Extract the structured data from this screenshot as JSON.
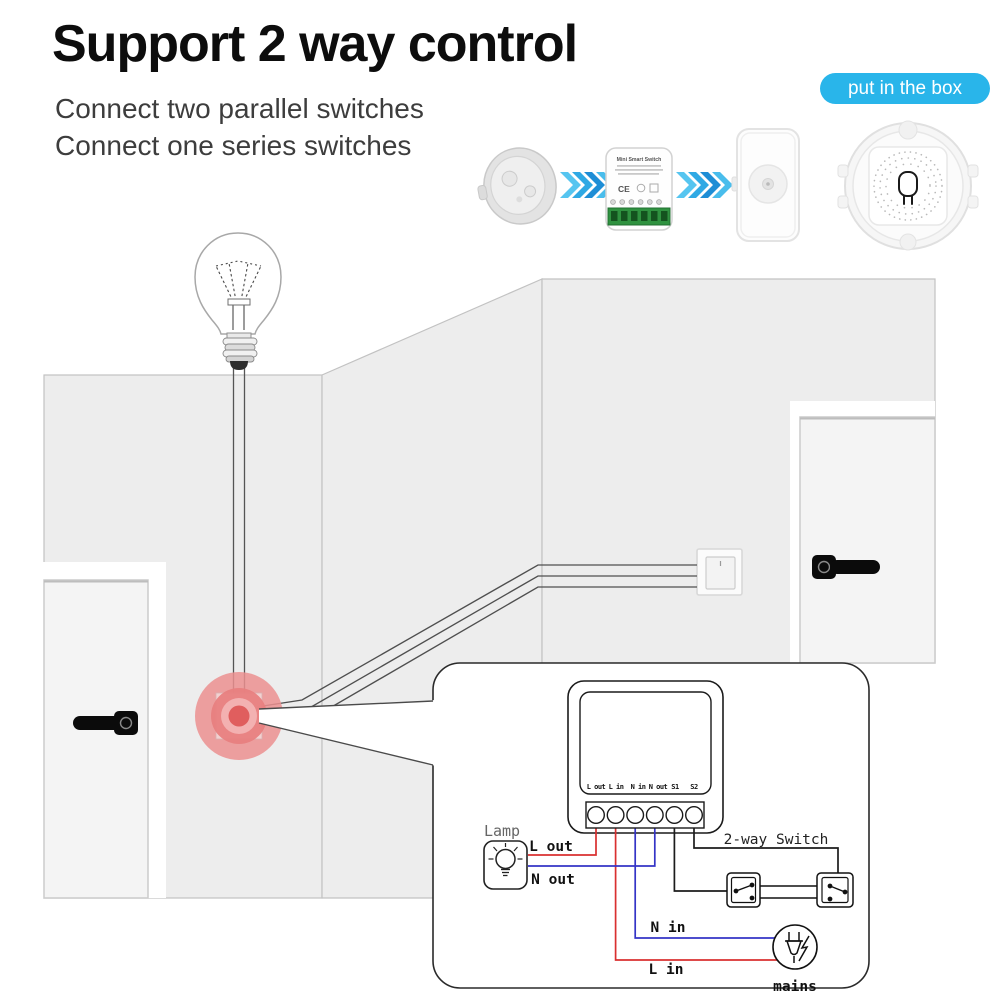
{
  "header": {
    "title": "Support 2 way control",
    "subtitle_line1": "Connect two parallel switches",
    "subtitle_line2": "Connect one series switches"
  },
  "badge": {
    "label": "put in the box",
    "color": "#29b5ea"
  },
  "products": {
    "mini_switch_label": "Mini Smart Switch",
    "ce_mark": "CE"
  },
  "colors": {
    "wall": "#ededed",
    "wire_live": "#d93030",
    "wire_neutral": "#3434c6",
    "wire_switch": "#1c1c1c",
    "wire_room": "#4f4f4f",
    "highlight": "#eb8f8f",
    "badge": "#29b5ea"
  },
  "diagram": {
    "terminals": [
      "L out",
      "L in",
      "N in",
      "N out",
      "S1",
      "S2"
    ],
    "lamp_label": "Lamp",
    "l_out_label": "L out",
    "n_out_label": "N out",
    "n_in_label": "N in",
    "l_in_label": "L in",
    "two_way_switch_label": "2-way Switch",
    "mains_label": "mains"
  }
}
